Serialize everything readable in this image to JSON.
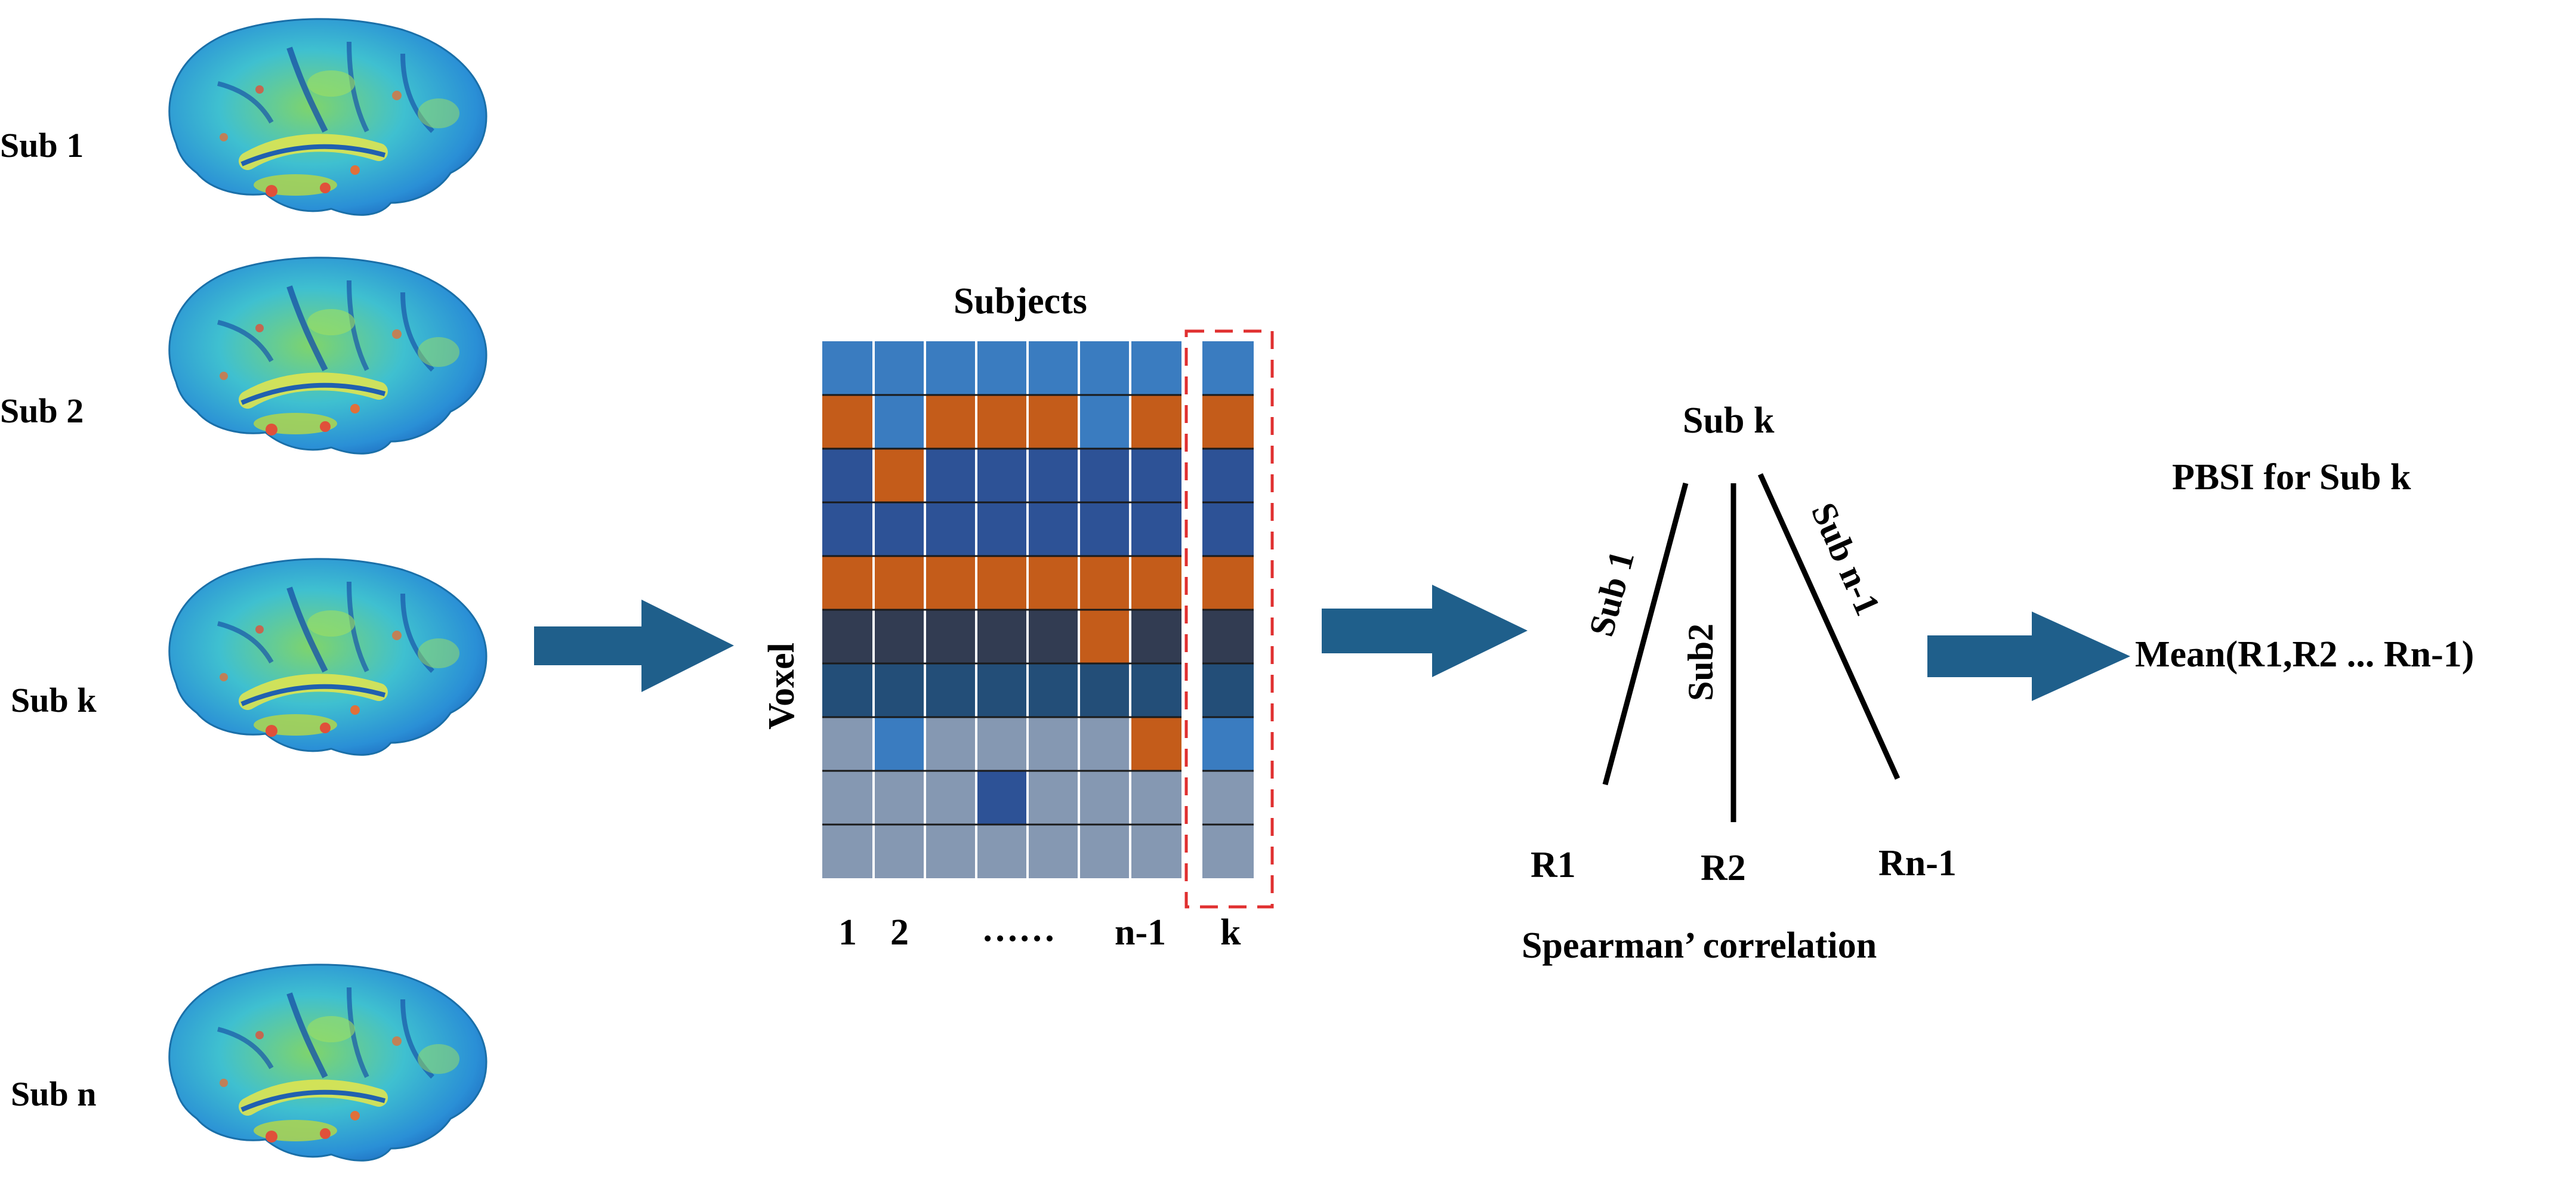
{
  "subjects": [
    "Sub 1",
    "Sub 2",
    "Sub k",
    "Sub n"
  ],
  "matrix": {
    "title": "Subjects",
    "axis_label": "Voxel",
    "column_labels": [
      "1",
      "2",
      "……",
      "n-1",
      "k"
    ],
    "colors": {
      "L": "#3a7cc0",
      "O": "#c45c1a",
      "M": "#2d5296",
      "D": "#323c52",
      "T": "#234e78",
      "G": "#8598b2"
    },
    "rows": [
      "LLLLLLL",
      "OLOOOLO",
      "MOMMMMM",
      "MMMMMMM",
      "OOOOOOO",
      "DDDDDOD",
      "TTTTTTT",
      "GLGGGGO",
      "GGGMGGG",
      "GGGGGGG"
    ],
    "k_column": "LOMMODTLGG"
  },
  "correlation": {
    "center_label": "Sub k",
    "line_labels": [
      "Sub 1",
      "Sub2",
      "Sub n-1"
    ],
    "result_labels": [
      "R1",
      "R2",
      "Rn-1"
    ],
    "caption": "Spearman’ correlation"
  },
  "output": {
    "title": "PBSI for Sub k",
    "formula": "Mean(R1,R2 ... Rn-1)"
  },
  "accent_colors": {
    "arrow": "#1f5f8b",
    "highlight": "#e03030"
  }
}
